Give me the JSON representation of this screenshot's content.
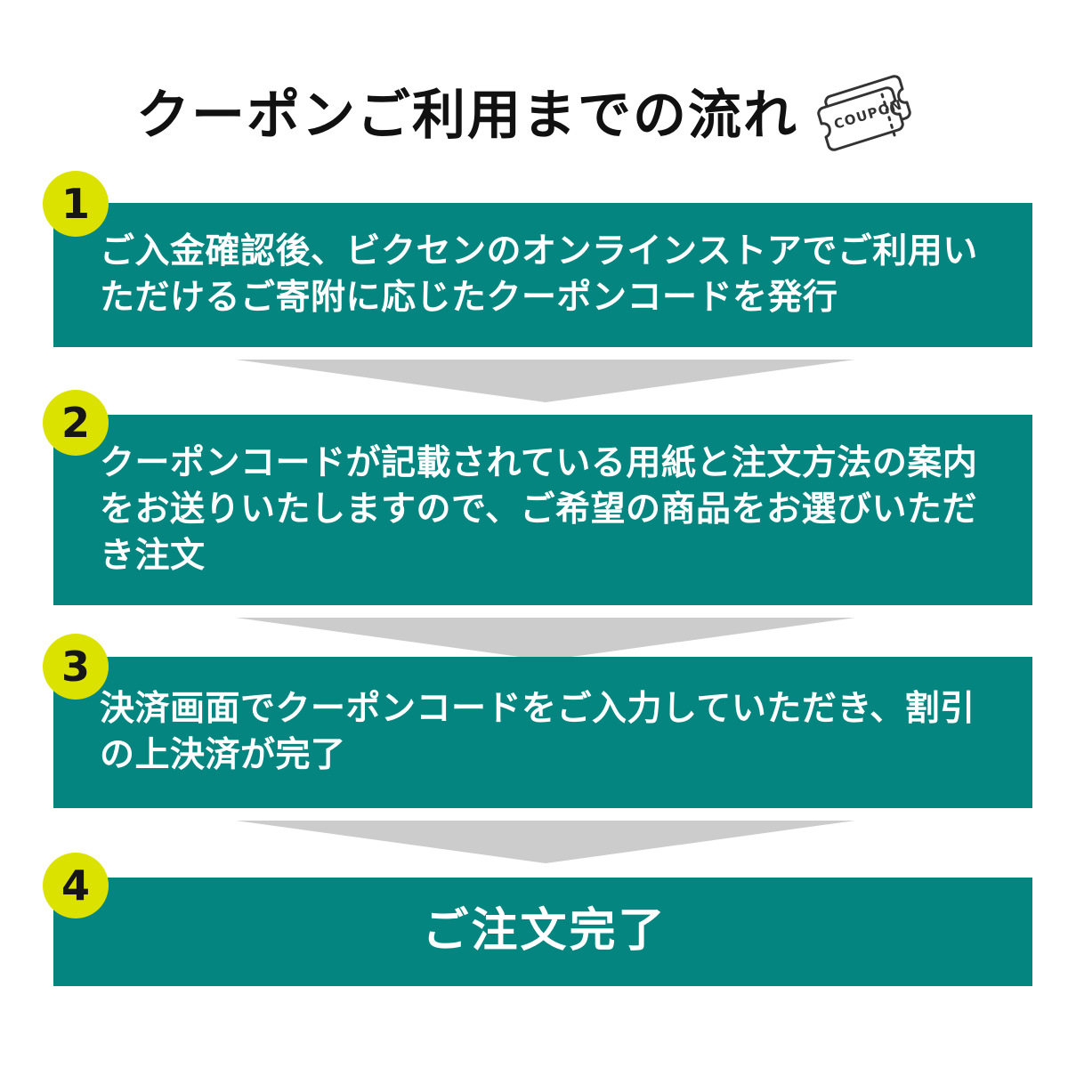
{
  "header": {
    "title": "クーポンご利用までの流れ",
    "icon": "coupon-ticket-icon",
    "icon_label": "COUPON"
  },
  "colors": {
    "step_background": "#05857F",
    "badge_background": "#DCE200",
    "badge_text": "#161616",
    "step_text": "#FFFFFF",
    "arrow": "#CCCCCC",
    "title_text": "#111111",
    "page_background": "#FFFFFF"
  },
  "steps": [
    {
      "number": "1",
      "text": "ご入金確認後、ビクセンのオンラインストアでご利用いただけるご寄附に応じたクーポンコードを発行",
      "align": "left"
    },
    {
      "number": "2",
      "text": "クーポンコードが記載されている用紙と注文方法の案内をお送りいたしますので、ご希望の商品をお選びいただき注文",
      "align": "left"
    },
    {
      "number": "3",
      "text": "決済画面でクーポンコードをご入力していただき、割引の上決済が完了",
      "align": "left"
    },
    {
      "number": "4",
      "text": "ご注文完了",
      "align": "center"
    }
  ],
  "arrows": [
    {
      "name": "arrow-step1-to-step2",
      "direction": "down"
    },
    {
      "name": "arrow-step2-to-step3",
      "direction": "down"
    },
    {
      "name": "arrow-step3-to-step4",
      "direction": "down"
    }
  ]
}
